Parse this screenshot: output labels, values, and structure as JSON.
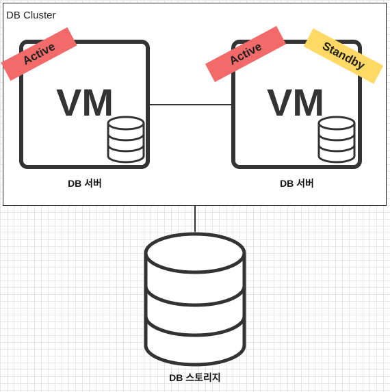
{
  "cluster": {
    "title": "DB Cluster"
  },
  "servers": [
    {
      "vm_label": "VM",
      "caption": "DB 서버",
      "tags": [
        "Active"
      ]
    },
    {
      "vm_label": "VM",
      "caption": "DB 서버",
      "tags": [
        "Active",
        "Standby"
      ]
    }
  ],
  "storage": {
    "caption": "DB 스토리지"
  },
  "colors": {
    "active": "#f26a6a",
    "standby": "#ffd966",
    "stroke": "#333333"
  }
}
